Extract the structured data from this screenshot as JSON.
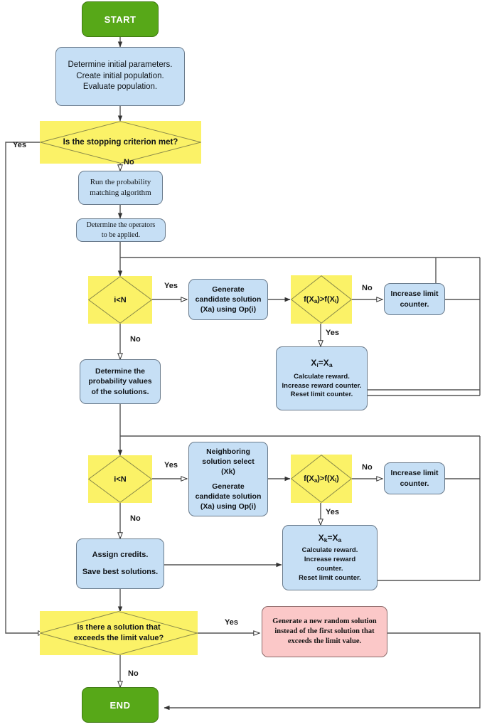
{
  "diagram": {
    "title": "Probability matching adaptive operator selection flowchart",
    "colors": {
      "terminator_green": "#57a818",
      "process_blue": "#c6dff5",
      "decision_yellow": "#fbf267",
      "special_pink": "#fbc8c8",
      "edge_gray": "#555555",
      "border_gray": "#6a7b8c"
    }
  },
  "nodes": {
    "start": {
      "label": "START",
      "shape": "terminator"
    },
    "init": {
      "shape": "process",
      "lines": [
        "Determine initial parameters.",
        "Create initial population.",
        "Evaluate population."
      ]
    },
    "stopping": {
      "shape": "decision",
      "label": "Is the stopping criterion met?"
    },
    "probmatch": {
      "shape": "process",
      "lines": [
        "Run the probability",
        "matching algorithm"
      ]
    },
    "operators": {
      "shape": "process",
      "lines": [
        "Determine the operators",
        "to be applied."
      ]
    },
    "loop1": {
      "shape": "decision",
      "label": "i<N"
    },
    "gen1": {
      "shape": "process",
      "lines": [
        "Generate",
        "candidate solution",
        "(Xa) using Op(i)"
      ]
    },
    "cmp1": {
      "shape": "decision",
      "label_html": "f(X<sub>a</sub>)>f(X<sub>i</sub>)"
    },
    "inc1": {
      "shape": "process",
      "lines": [
        "Increase limit",
        "counter."
      ]
    },
    "accept1": {
      "shape": "process",
      "heading_html": "X<sub>i</sub>=X<sub>a</sub>",
      "lines": [
        "Calculate reward.",
        "Increase reward counter.",
        "Reset limit counter."
      ]
    },
    "probvalues": {
      "shape": "process",
      "lines": [
        "Determine the",
        "probability values",
        "of the solutions."
      ]
    },
    "loop2": {
      "shape": "decision",
      "label": "i<N"
    },
    "gen2": {
      "shape": "process",
      "lines": [
        "Neighboring",
        "solution select",
        "(Xk)",
        "",
        "Generate",
        "candidate solution",
        "(Xa) using Op(i)"
      ]
    },
    "cmp2": {
      "shape": "decision",
      "label_html": "f(X<sub>a</sub>)>f(X<sub>i</sub>)"
    },
    "inc2": {
      "shape": "process",
      "lines": [
        "Increase limit",
        "counter."
      ]
    },
    "accept2": {
      "shape": "process",
      "heading_html": "X<sub>k</sub>=X<sub>a</sub>",
      "lines": [
        "Calculate reward.",
        "Increase reward",
        "counter.",
        "Reset limit counter."
      ]
    },
    "credits": {
      "shape": "process",
      "lines": [
        "Assign credits.",
        "Save best solutions."
      ]
    },
    "limitcheck": {
      "shape": "decision",
      "lines": [
        "Is there a solution that",
        "exceeds the limit value?"
      ]
    },
    "regenerate": {
      "shape": "special",
      "lines": [
        "Generate a new random solution",
        "instead of the first solution that",
        "exceeds the limit value."
      ]
    },
    "end": {
      "label": "END",
      "shape": "terminator"
    }
  },
  "edge_labels": {
    "stopping_yes": "Yes",
    "stopping_no": "No",
    "loop1_yes": "Yes",
    "loop1_no": "No",
    "cmp1_no": "No",
    "cmp1_yes": "Yes",
    "loop2_yes": "Yes",
    "loop2_no": "No",
    "cmp2_no": "No",
    "cmp2_yes": "Yes",
    "limit_yes": "Yes",
    "limit_no": "No"
  }
}
